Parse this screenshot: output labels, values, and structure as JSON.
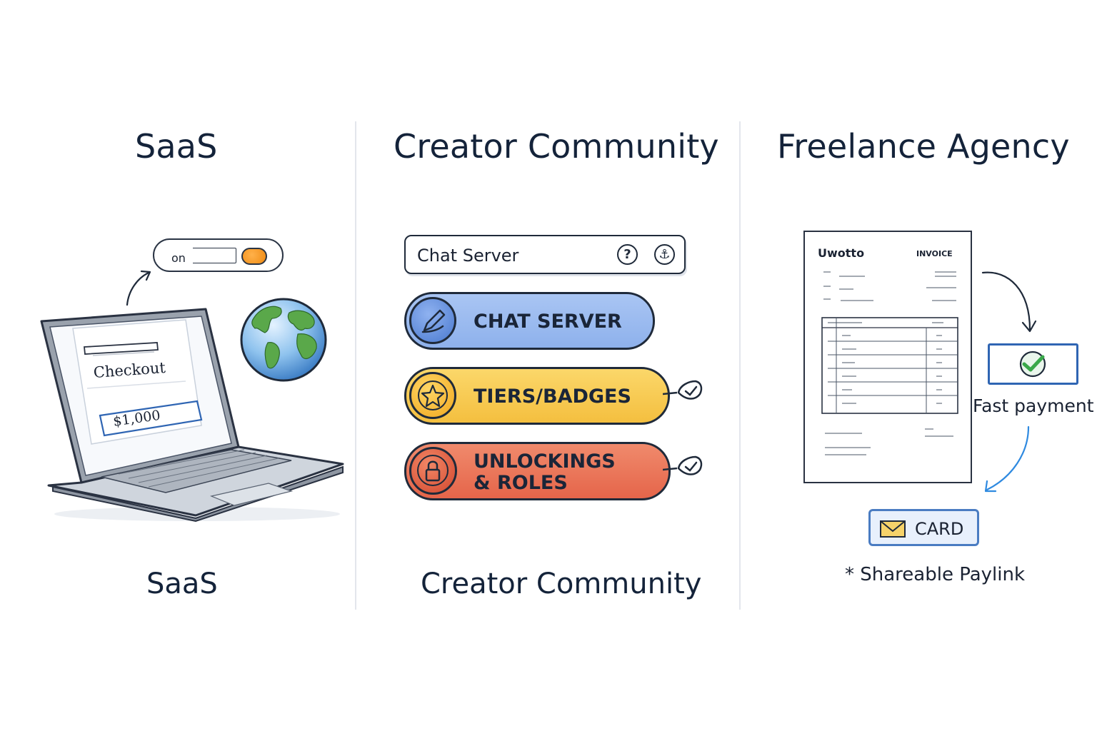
{
  "columns": {
    "saas": {
      "title": "SaaS",
      "caption": "SaaS",
      "toggle_label": "on",
      "checkout_label": "Checkout",
      "price": "$1,000"
    },
    "creator": {
      "title": "Creator Community",
      "caption": "Creator Community",
      "input_label": "Chat Server",
      "items": [
        {
          "label_line1": "CHAT SERVER",
          "label_line2": "",
          "color": "#8eb1ec"
        },
        {
          "label_line1": "TIERS/BADGES",
          "label_line2": "",
          "color": "#f7c84c"
        },
        {
          "label_line1": "UNLOCKINGS",
          "label_line2": "& ROLES",
          "color": "#ea7356"
        }
      ]
    },
    "freelance": {
      "title": "Freelance Agency",
      "invoice_brand": "Uwotto",
      "invoice_title": "INVOICE",
      "fast_payment": "Fast payment",
      "card_label": "CARD",
      "paylink": "* Shareable Paylink"
    }
  },
  "colors": {
    "text": "#14233a",
    "divider": "#e3e6ec",
    "blue": "#8eb1ec",
    "yellow": "#f7c84c",
    "red": "#ea7356",
    "check_green": "#3aa84a",
    "arrow_blue": "#2f8ae0"
  }
}
